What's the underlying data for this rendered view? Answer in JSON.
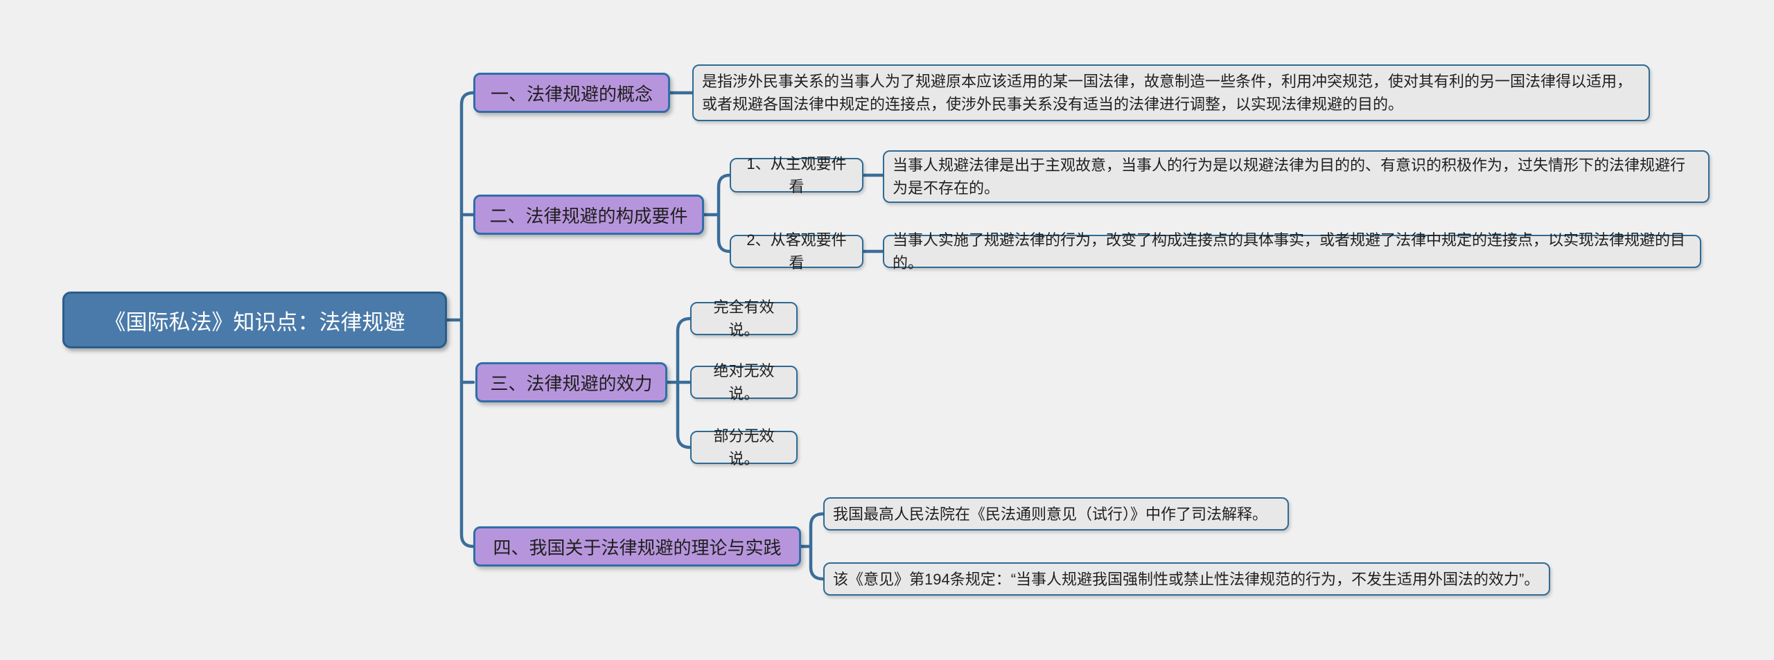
{
  "title": "《国际私法》知识点：法律规避",
  "root": {
    "label": "《国际私法》知识点：法律规避"
  },
  "branches": [
    {
      "label": "一、法律规避的概念",
      "children": [
        {
          "text": "是指涉外民事关系的当事人为了规避原本应该适用的某一国法律，故意制造一些条件，利用冲突规范，使对其有利的另一国法律得以适用，或者规避各国法律中规定的连接点，使涉外民事关系没有适当的法律进行调整，以实现法律规避的目的。"
        }
      ]
    },
    {
      "label": "二、法律规避的构成要件",
      "children": [
        {
          "label": "1、从主观要件看",
          "text": "当事人规避法律是出于主观故意，当事人的行为是以规避法律为目的的、有意识的积极作为，过失情形下的法律规避行为是不存在的。"
        },
        {
          "label": "2、从客观要件看",
          "text": "当事人实施了规避法律的行为，改变了构成连接点的具体事实，或者规避了法律中规定的连接点，以实现法律规避的目的。"
        }
      ]
    },
    {
      "label": "三、法律规避的效力",
      "children": [
        {
          "text": "完全有效说。"
        },
        {
          "text": "绝对无效说。"
        },
        {
          "text": "部分无效说。"
        }
      ]
    },
    {
      "label": "四、我国关于法律规避的理论与实践",
      "children": [
        {
          "text": "我国最高人民法院在《民法通则意见（试行）》中作了司法解释。"
        },
        {
          "text": "该《意见》第194条规定：“当事人规避我国强制性或禁止性法律规范的行为，不发生适用外国法的效力”。"
        }
      ]
    }
  ],
  "colors": {
    "background": "#f0f0f0",
    "root_fill": "#4a7aa9",
    "root_border": "#2a5d8c",
    "root_text": "#ffffff",
    "branch_fill": "#b795dc",
    "branch_border": "#2f6fa8",
    "leaf_fill": "#e8e8e8",
    "leaf_border": "#2e6a94",
    "line": "#3b6d99",
    "text": "#1f1f1f"
  }
}
